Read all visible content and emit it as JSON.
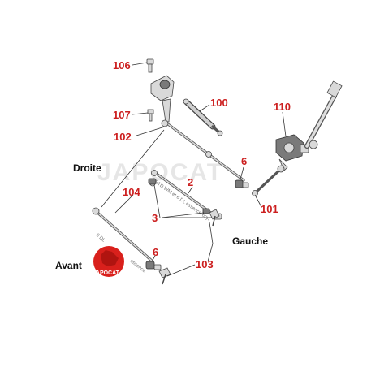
{
  "watermark": "JAPOCAT",
  "labels": {
    "droite": "Droite",
    "gauche": "Gauche",
    "avant": "Avant"
  },
  "part_numbers": {
    "p106": "106",
    "p107": "107",
    "p100": "100",
    "p110": "110",
    "p102": "102",
    "p6a": "6",
    "p2": "2",
    "p104": "104",
    "p3": "3",
    "p101": "101",
    "p6b": "6",
    "p103": "103"
  },
  "annotations": {
    "rod_note": "5 STD WM et 6 DL essence 6cyl",
    "small_note": "6 DL",
    "small_note2": "essence"
  },
  "logo": {
    "text": "JAPOCAT",
    "color": "#d9201c"
  }
}
